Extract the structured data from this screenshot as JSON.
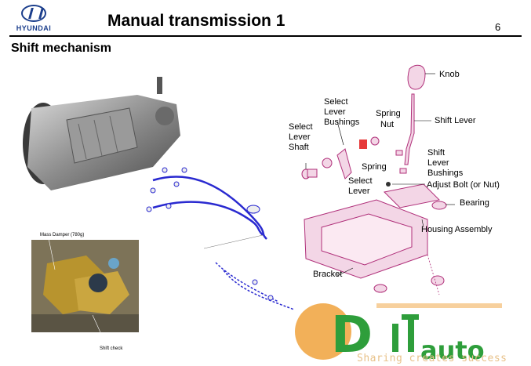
{
  "header": {
    "brand": "HYUNDAI",
    "title": "Manual transmission 1",
    "page_number": "6"
  },
  "section": {
    "title": "Shift mechanism"
  },
  "diagram_labels": {
    "knob": "Knob",
    "shift_lever": "Shift Lever",
    "spring_nut_1": "Spring",
    "spring_nut_2": "Nut",
    "select_lever_bushings_1": "Select",
    "select_lever_bushings_2": "Lever",
    "select_lever_bushings_3": "Bushings",
    "select_lever_shaft_1": "Select",
    "select_lever_shaft_2": "Lever",
    "select_lever_shaft_3": "Shaft",
    "spring": "Spring",
    "select_lever_1": "Select",
    "select_lever_2": "Lever",
    "shift_lever_bushings_1": "Shift",
    "shift_lever_bushings_2": "Lever",
    "shift_lever_bushings_3": "Bushings",
    "adjust_bolt": "Adjust Bolt (or Nut)",
    "bearing": "Bearing",
    "housing_assembly": "Housing Assembly",
    "bracket": "Bracket"
  },
  "photo_labels": {
    "mass_damper": "Mass Damper (780g)",
    "shift_check": "Shift check"
  },
  "watermark": {
    "brand_a": "D",
    "brand_b": "auto",
    "slogan": "Sharing creates success"
  },
  "colors": {
    "brand_blue": "#1b3e8c",
    "diagram_magenta": "#b0307a",
    "cable_blue": "#2a2ad0",
    "watermark_green": "#2e9e3b",
    "watermark_orange": "#f0a23c"
  }
}
